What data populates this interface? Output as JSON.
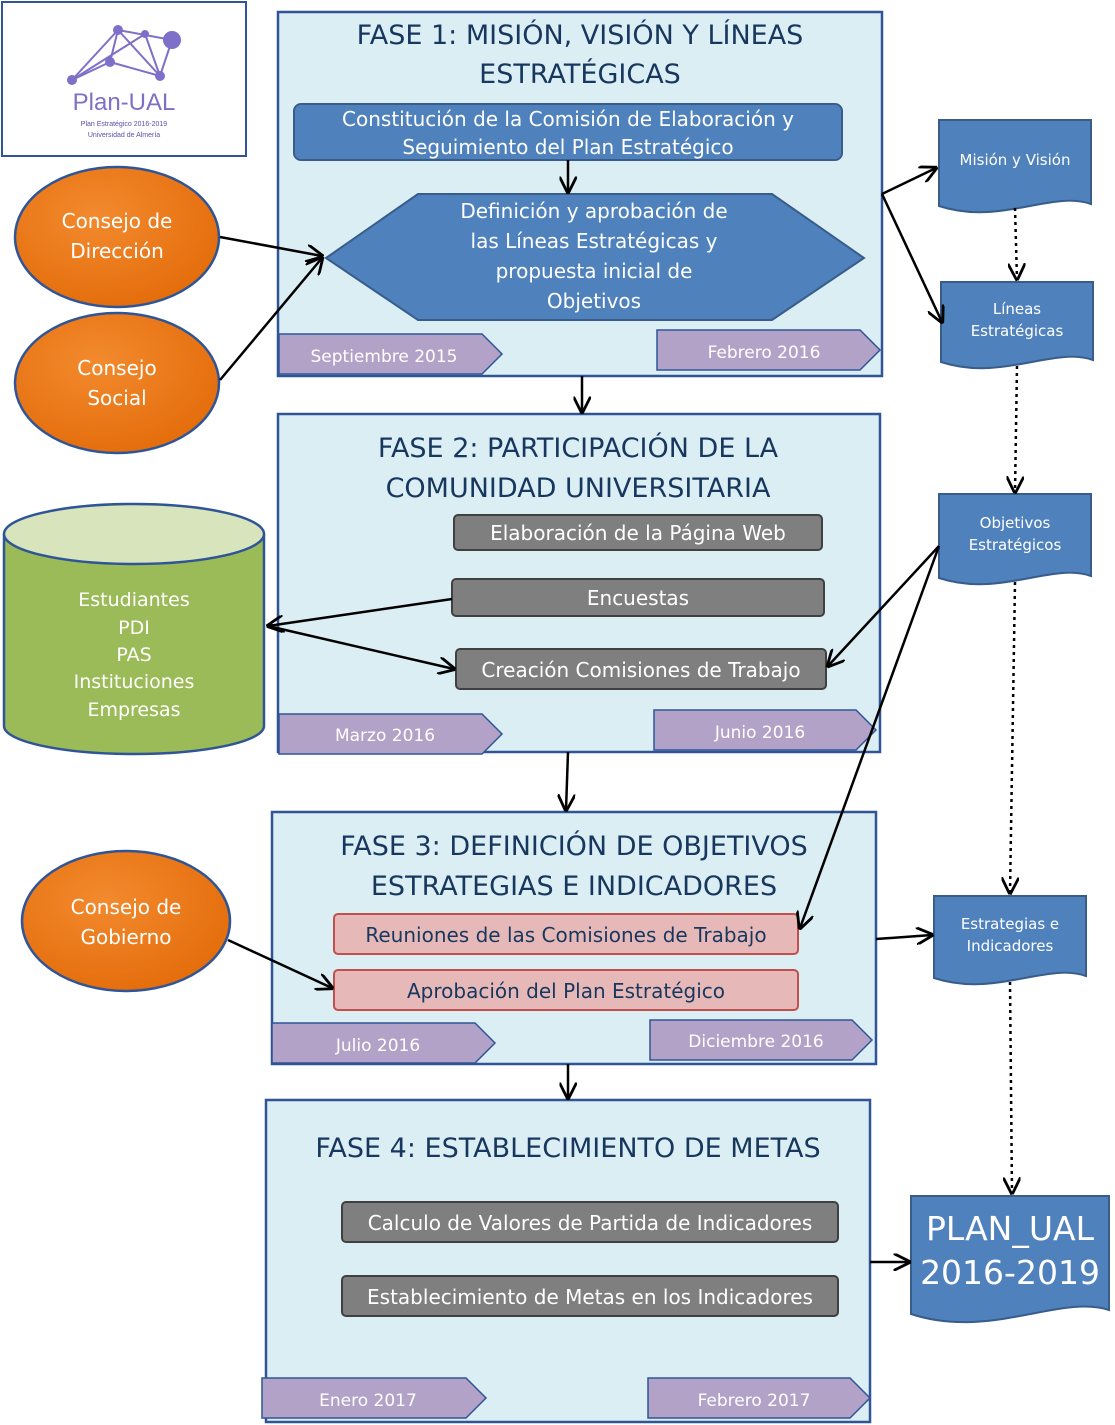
{
  "logo": {
    "title": "Plan-UAL",
    "line1": "Plan Estratégico 2016-2019",
    "line2": "Universidad de Almería"
  },
  "colors": {
    "phase_bg": "#dbeef4",
    "phase_border": "#2f5597",
    "blue_box": "#4f81bd",
    "blue_border": "#385d8a",
    "gray_box": "#7f7f7f",
    "pink_box": "#e6b9b8",
    "orange": "#e46c0a",
    "green": "#9bbb59",
    "green_top": "#d7e4bc",
    "purple": "#b3a2c7"
  },
  "phase1": {
    "title_line1": "FASE 1: MISIÓN, VISIÓN Y LÍNEAS",
    "title_line2": "ESTRATÉGICAS",
    "box1_line1": "Constitución de la Comisión de Elaboración y",
    "box1_line2": "Seguimiento del Plan Estratégico",
    "hex_line1": "Definición y aprobación de",
    "hex_line2": "las Líneas Estratégicas y",
    "hex_line3": "propuesta inicial de",
    "hex_line4": "Objetivos",
    "start": "Septiembre 2015",
    "end": "Febrero 2016"
  },
  "phase2": {
    "title_line1": "FASE 2: PARTICIPACIÓN DE LA",
    "title_line2": "COMUNIDAD UNIVERSITARIA",
    "box1": "Elaboración de la Página Web",
    "box2": "Encuestas",
    "box3": "Creación Comisiones de Trabajo",
    "start": "Marzo 2016",
    "end": "Junio 2016"
  },
  "phase3": {
    "title_line1": "FASE 3: DEFINICIÓN DE OBJETIVOS",
    "title_line2": "ESTRATEGIAS E INDICADORES",
    "box1": "Reuniones de las Comisiones de Trabajo",
    "box2": "Aprobación del Plan Estratégico",
    "start": "Julio 2016",
    "end": "Diciembre 2016"
  },
  "phase4": {
    "title": "FASE 4: ESTABLECIMIENTO DE METAS",
    "box1": "Calculo de Valores de Partida de Indicadores",
    "box2": "Establecimiento de Metas en los Indicadores",
    "start": "Enero 2017",
    "end": "Febrero 2017"
  },
  "actors": {
    "consejo_direccion_line1": "Consejo de",
    "consejo_direccion_line2": "Dirección",
    "consejo_social_line1": "Consejo",
    "consejo_social_line2": "Social",
    "consejo_gobierno_line1": "Consejo de",
    "consejo_gobierno_line2": "Gobierno"
  },
  "community": {
    "line1": "Estudiantes",
    "line2": "PDI",
    "line3": "PAS",
    "line4": "Instituciones",
    "line5": "Empresas"
  },
  "documents": {
    "mision": "Misión y Visión",
    "lineas_line1": "Líneas",
    "lineas_line2": "Estratégicas",
    "objetivos_line1": "Objetivos",
    "objetivos_line2": "Estratégicos",
    "estrategias_line1": "Estrategias e",
    "estrategias_line2": "Indicadores",
    "plan_line1": "PLAN_UAL",
    "plan_line2": "2016-2019"
  }
}
